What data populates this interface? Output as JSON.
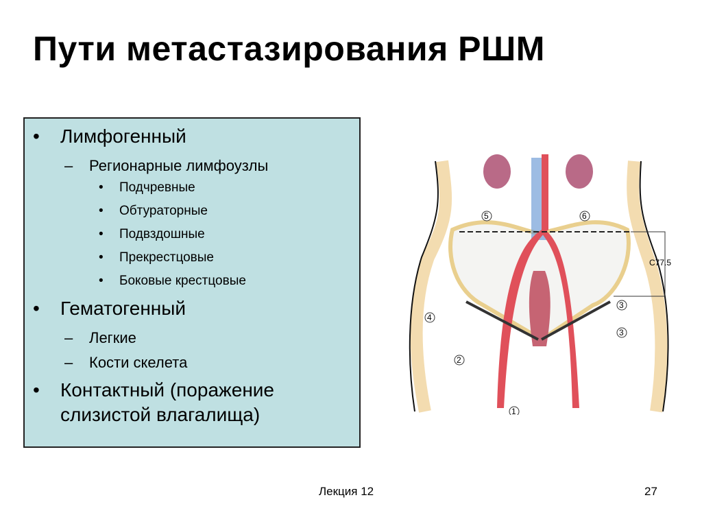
{
  "title": "Пути метастазирования РШМ",
  "content": {
    "lymphogenic": "Лимфогенный",
    "regional": "Регионарные лимфоузлы",
    "nodes": [
      "Подчревные",
      "Обтураторные",
      "Подвздошные",
      "Прекрестцовые",
      "Боковые крестцовые"
    ],
    "hematogenic": "Гематогенный",
    "hemato_items": [
      "Легкие",
      "Кости скелета"
    ],
    "contact_line1": "Контактный (поражение",
    "contact_line2": "слизистой влагалища)"
  },
  "illustration": {
    "labels": [
      "1",
      "2",
      "3",
      "3",
      "4",
      "5",
      "6"
    ],
    "stage_label": "C77.5"
  },
  "footer": {
    "lecture": "Лекция 12",
    "page": "27"
  }
}
